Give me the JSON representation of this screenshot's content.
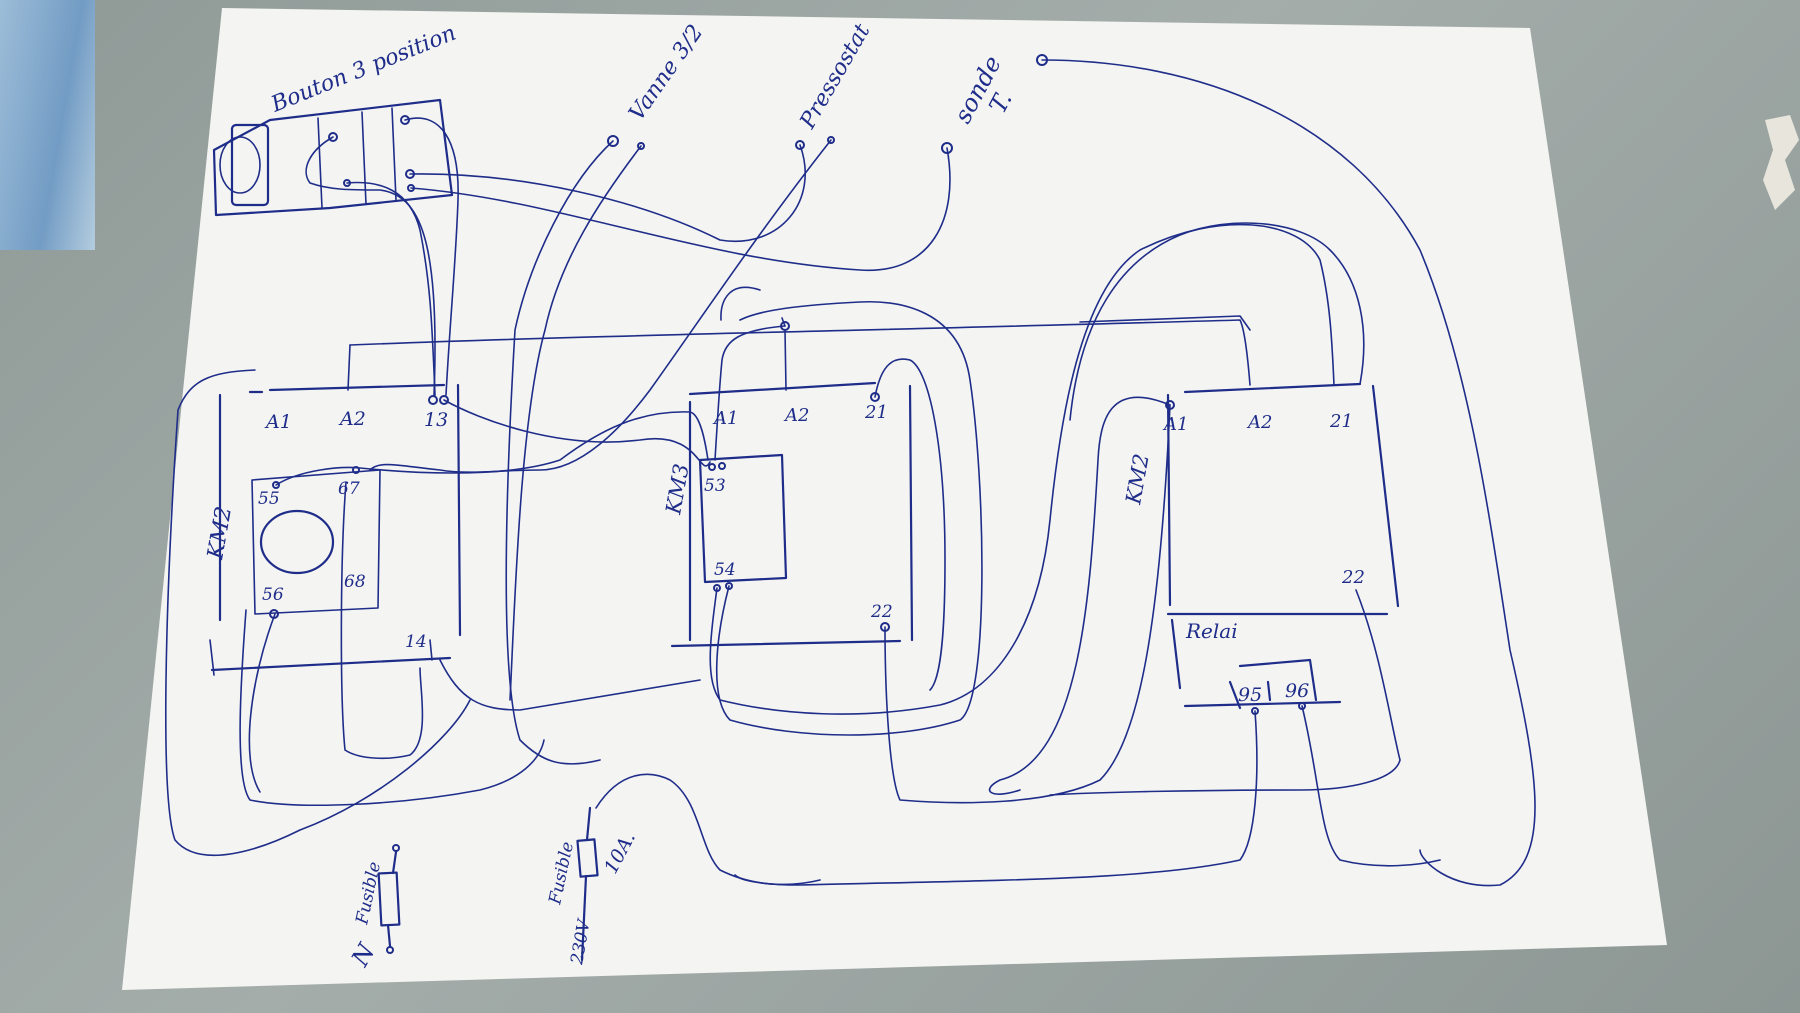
{
  "labels": {
    "bouton": "Bouton 3 position",
    "vanne": "Vanne 3/2",
    "pressostat": "Pressostat",
    "sonde": "sonde",
    "sonde_t": "T.",
    "km2_left": "KM2",
    "km3": "KM3",
    "km2_right": "KM2",
    "relais": "Relai",
    "fusible_left": "Fusible",
    "n": "N",
    "fusible_mid": "Fusible",
    "rating": "10A.",
    "voltage": "230V"
  },
  "terminals": {
    "left": {
      "a1": "A1",
      "a2": "A2",
      "t13": "13",
      "t55": "55",
      "t67": "67",
      "t56": "56",
      "t68": "68",
      "t14": "14"
    },
    "mid": {
      "a1": "A1",
      "a2": "A2",
      "t21": "21",
      "t53": "53",
      "t54": "54",
      "t22": "22"
    },
    "right": {
      "a1": "A1",
      "a2": "A2",
      "t21": "21",
      "t22": "22",
      "t95": "95",
      "t96": "96"
    }
  }
}
